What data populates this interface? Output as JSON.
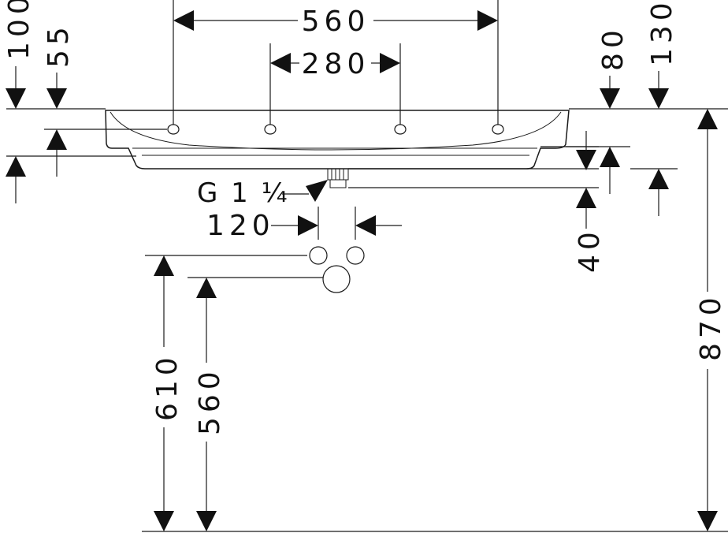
{
  "dimensions": {
    "width_outer_taps": "560",
    "width_inner_taps": "280",
    "top_offset_left_outer": "100",
    "top_offset_left_inner": "55",
    "right_offset_80": "80",
    "right_offset_130": "130",
    "waste_spacing": "120",
    "waste_drop": "40",
    "height_total": "870",
    "supply_height_610": "610",
    "supply_height_560": "560",
    "waste_thread": "G 1 ¼"
  }
}
